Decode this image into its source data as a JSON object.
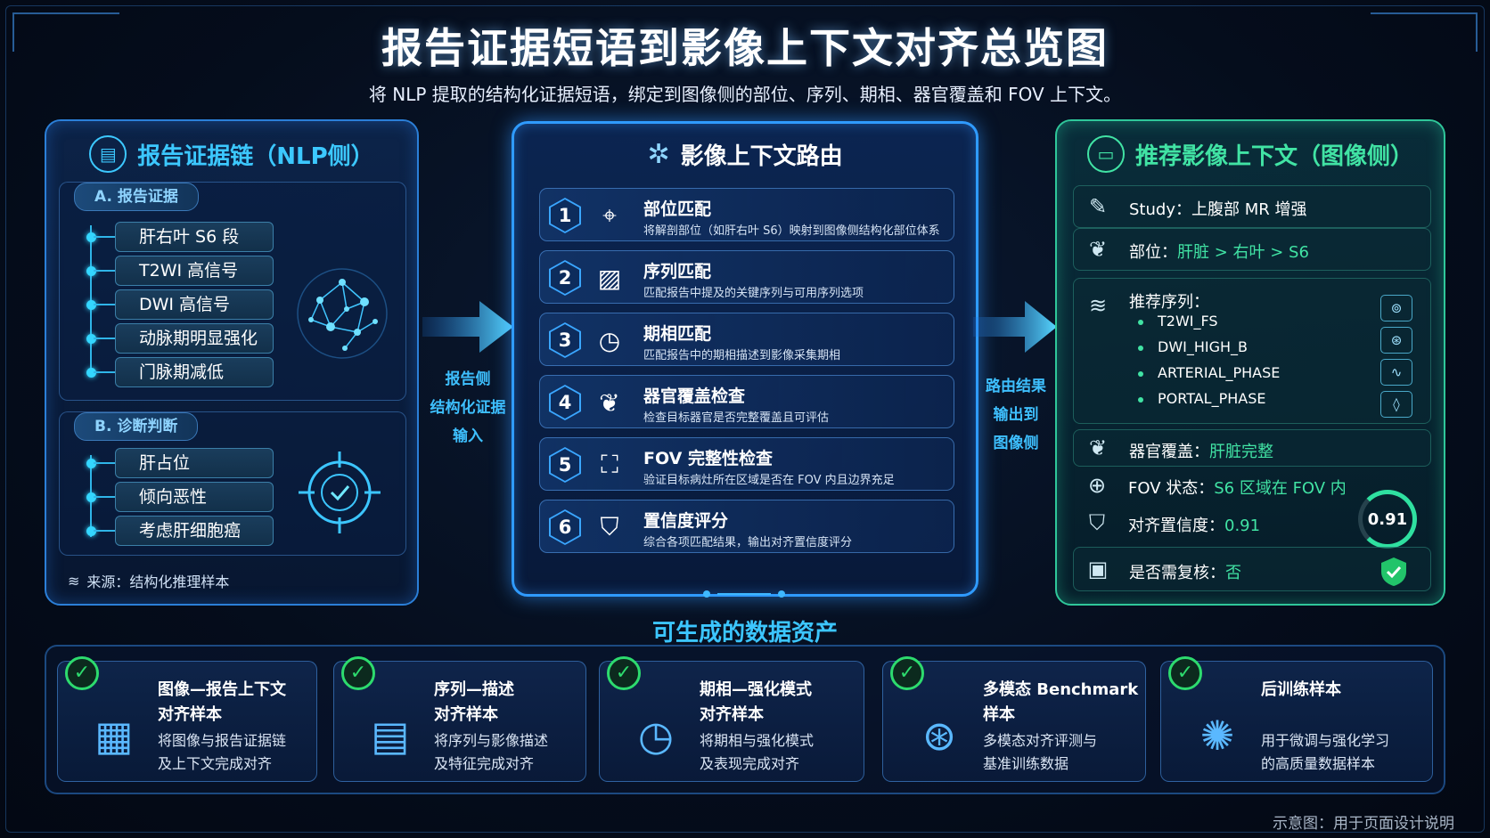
{
  "title": "报告证据短语到影像上下文对齐总览图",
  "subtitle": "将 NLP 提取的结构化证据短语，绑定到图像侧的部位、序列、期相、器官覆盖和 FOV 上下文。",
  "left": {
    "title": "报告证据链（NLP侧）",
    "section_a": "A. 报告证据",
    "evidence": [
      "肝右叶 S6 段",
      "T2WI 高信号",
      "DWI 高信号",
      "动脉期明显强化",
      "门脉期减低"
    ],
    "section_b": "B. 诊断判断",
    "diagnosis": [
      "肝占位",
      "倾向恶性",
      "考虑肝细胞癌"
    ],
    "source": "来源：结构化推理样本"
  },
  "arrow_left_label": [
    "报告侧",
    "结构化证据",
    "输入"
  ],
  "middle": {
    "title": "影像上下文路由",
    "steps": [
      {
        "num": "1",
        "title": "部位匹配",
        "desc": "将解剖部位（如肝右叶 S6）映射到图像侧结构化部位体系"
      },
      {
        "num": "2",
        "title": "序列匹配",
        "desc": "匹配报告中提及的关键序列与可用序列选项"
      },
      {
        "num": "3",
        "title": "期相匹配",
        "desc": "匹配报告中的期相描述到影像采集期相"
      },
      {
        "num": "4",
        "title": "器官覆盖检查",
        "desc": "检查目标器官是否完整覆盖且可评估"
      },
      {
        "num": "5",
        "title": "FOV 完整性检查",
        "desc": "验证目标病灶所在区域是否在 FOV 内且边界充足"
      },
      {
        "num": "6",
        "title": "置信度评分",
        "desc": "综合各项匹配结果，输出对齐置信度评分"
      }
    ]
  },
  "arrow_right_label": [
    "路由结果",
    "输出到",
    "图像侧"
  ],
  "right": {
    "title": "推荐影像上下文（图像侧）",
    "study_key": "Study：",
    "study_val": "上腹部 MR 增强",
    "site_key": "部位：",
    "site_val": "肝脏 > 右叶 > S6",
    "series_key": "推荐序列：",
    "series": [
      "T2WI_FS",
      "DWI_HIGH_B",
      "ARTERIAL_PHASE",
      "PORTAL_PHASE"
    ],
    "organ_key": "器官覆盖：",
    "organ_val": "肝脏完整",
    "fov_key": "FOV 状态：",
    "fov_val": "S6 区域在 FOV 内",
    "conf_key": "对齐置信度：",
    "conf_val": "0.91",
    "gauge_val": "0.91",
    "review_key": "是否需复核：",
    "review_val": "否"
  },
  "bottom": {
    "title": "可生成的数据资产",
    "cards": [
      {
        "title": "图像—报告上下文\n对齐样本",
        "desc": "将图像与报告证据链\n及上下文完成对齐"
      },
      {
        "title": "序列—描述\n对齐样本",
        "desc": "将序列与影像描述\n及特征完成对齐"
      },
      {
        "title": "期相—强化模式\n对齐样本",
        "desc": "将期相与强化模式\n及表现完成对齐"
      },
      {
        "title": "多模态 Benchmark\n样本",
        "desc": "多模态对齐评测与\n基准训练数据"
      },
      {
        "title": "后训练样本",
        "desc": "用于微调与强化学习\n的高质量数据样本"
      }
    ]
  },
  "footer": "示意图：用于页面设计说明",
  "colors": {
    "accent_blue": "#2f9bff",
    "accent_green": "#2fc79a",
    "value_green": "#41e3a4"
  },
  "icons": [
    "document-icon",
    "network-globe-icon",
    "target-icon",
    "database-icon",
    "hub-icon",
    "location-pin-icon",
    "image-icon",
    "clock-icon",
    "liver-icon",
    "fov-frame-icon",
    "shield-icon",
    "monitor-icon",
    "edit-icon",
    "layers-icon",
    "crosshair-icon",
    "clipboard-icon",
    "check-icon",
    "brain-icon"
  ]
}
